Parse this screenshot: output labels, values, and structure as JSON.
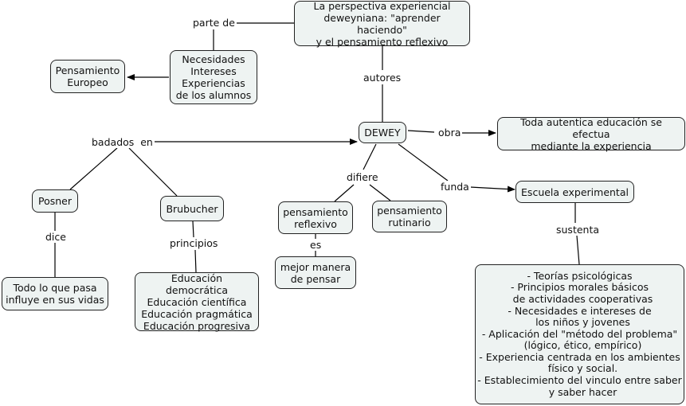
{
  "nodes": {
    "title": "La perspectiva experiencial\ndeweyniana: \"aprender haciendo\"\ny el pensamiento reflexivo",
    "pensamiento_europeo": "Pensamiento\nEuropeo",
    "necesidades": "Necesidades\nIntereses\nExperiencias\nde los alumnos",
    "dewey": "DEWEY",
    "educacion_experiencia": "Toda autentica educación se efectua\nmediante la experiencia",
    "posner": "Posner",
    "brubucher": "Brubucher",
    "pensamiento_reflexivo": "pensamiento\nreflexivo",
    "pensamiento_rutinario": "pensamiento\nrutinario",
    "escuela_experimental": "Escuela experimental",
    "todo_lo_que_pasa": "Todo lo que pasa\ninfluye en sus vidas",
    "educacion_tipos": "Educación democrática\nEducación científica\nEducación pragmática\nEducación progresiva",
    "mejor_manera": "mejor manera\nde pensar",
    "sustenta_lista": "- Teorías psicológicas\n- Principios morales básicos\n  de actividades cooperativas\n- Necesidades e intereses de\n  los niños y jovenes\n- Aplicación del \"método del problema\"\n  (lógico, ético, empírico)\n- Experiencia centrada en los ambientes\n  físico y social.\n- Establecimiento del vinculo entre saber\n  y saber hacer"
  },
  "links": {
    "parte_de": "parte de",
    "autores": "autores",
    "badados_en": "badados  en",
    "obra": "obra",
    "difiere": "difiere",
    "funda": "funda",
    "dice": "dice",
    "principios": "principios",
    "es": "es",
    "sustenta": "sustenta"
  },
  "colors": {
    "node_fill": "#eef3f2",
    "line": "#000000"
  }
}
